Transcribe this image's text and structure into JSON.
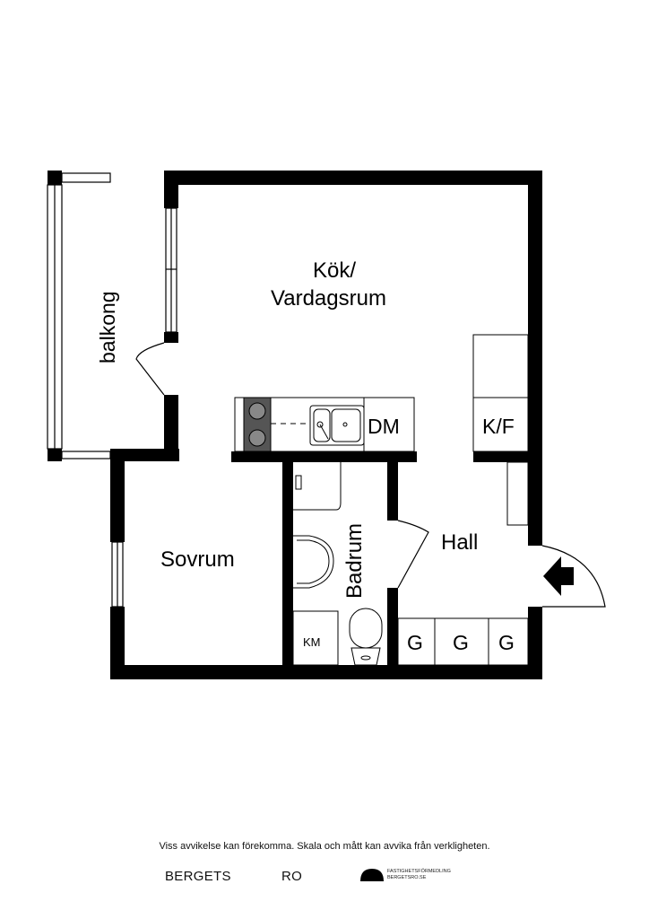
{
  "rooms": {
    "kitchen_living": [
      "Kök/",
      "Vardagsrum"
    ],
    "balcony": "balkong",
    "bedroom": "Sovrum",
    "bathroom": "Badrum",
    "hall": "Hall"
  },
  "fixtures": {
    "dishwasher": "DM",
    "fridge_freezer": "K/F",
    "washing_machine": "KM",
    "wardrobes": [
      "G",
      "G",
      "G"
    ]
  },
  "footer": {
    "disclaimer": "Viss avvikelse kan förekomma. Skala och mått kan avvika från verkligheten.",
    "brand_left": "BERGETS",
    "brand_right": "RO",
    "agency_line1": "FASTIGHETSFÖRMEDLING",
    "agency_line2": "BERGETSRO.SE"
  },
  "colors": {
    "wall": "#000000",
    "stove": "#555555"
  }
}
